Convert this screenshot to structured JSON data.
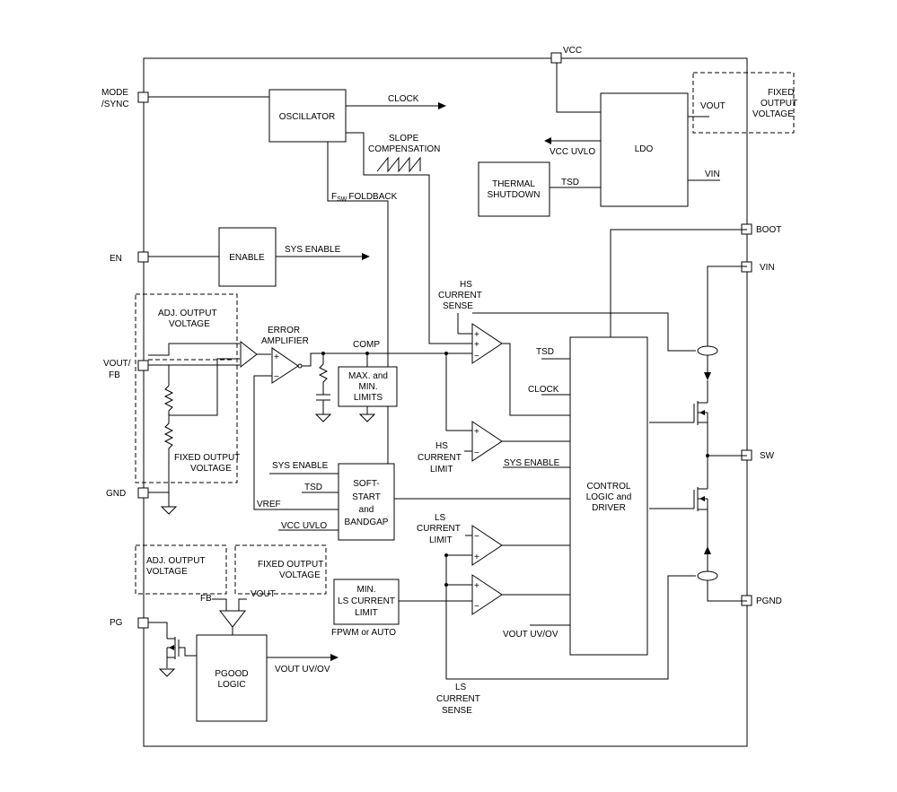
{
  "pins": {
    "vcc": "VCC",
    "mode_sync_1": "MODE",
    "mode_sync_2": "/SYNC",
    "en": "EN",
    "vout_fb_1": "VOUT/",
    "vout_fb_2": "FB",
    "gnd": "GND",
    "pg": "PG",
    "boot": "BOOT",
    "vin": "VIN",
    "sw": "SW",
    "pgnd": "PGND"
  },
  "blocks": {
    "oscillator": "OSCILLATOR",
    "ldo": "LDO",
    "thermal_1": "THERMAL",
    "thermal_2": "SHUTDOWN",
    "enable": "ENABLE",
    "maxmin_1": "MAX. and",
    "maxmin_2": "MIN.",
    "maxmin_3": "LIMITS",
    "softstart_1": "SOFT-",
    "softstart_2": "START",
    "softstart_3": "and",
    "softstart_4": "BANDGAP",
    "control_1": "CONTROL",
    "control_2": "LOGIC and",
    "control_3": "DRIVER",
    "minls_1": "MIN.",
    "minls_2": "LS CURRENT",
    "minls_3": "LIMIT",
    "pgood_1": "PGOOD",
    "pgood_2": "LOGIC"
  },
  "labels": {
    "clock": "CLOCK",
    "slope_1": "SLOPE",
    "slope_2": "COMPENSATION",
    "fsw_sub_f": "F",
    "fsw_sub_sw": "SW",
    "fsw_foldback": "FOLDBACK",
    "vcc_uvlo": "VCC UVLO",
    "tsd": "TSD",
    "ldo_vout": "VOUT",
    "ldo_vin": "VIN",
    "fixed_top_1": "FIXED",
    "fixed_top_2": "OUTPUT",
    "fixed_top_3": "VOLTAGE",
    "sys_enable": "SYS ENABLE",
    "adj_out_1": "ADJ. OUTPUT",
    "adj_out_2": "VOLTAGE",
    "error_amp_1": "ERROR",
    "error_amp_2": "AMPLIFIER",
    "comp": "COMP",
    "fixed_out_1": "FIXED OUTPUT",
    "fixed_out_2": "VOLTAGE",
    "hs_sense_1": "HS",
    "hs_sense_2": "CURRENT",
    "hs_sense_3": "SENSE",
    "hs_limit_1": "HS",
    "hs_limit_2": "CURRENT",
    "hs_limit_3": "LIMIT",
    "cl_tsd": "TSD",
    "cl_clock": "CLOCK",
    "cl_sys_enable": "SYS ENABLE",
    "ss_sys_enable": "SYS ENABLE",
    "ss_tsd": "TSD",
    "ss_vref": "VREF",
    "ss_vcc_uvlo": "VCC UVLO",
    "ls_limit_1": "LS",
    "ls_limit_2": "CURRENT",
    "ls_limit_3": "LIMIT",
    "adj_pg_1": "ADJ. OUTPUT",
    "adj_pg_2": "VOLTAGE",
    "fixed_pg_1": "FIXED OUTPUT",
    "fixed_pg_2": "VOLTAGE",
    "pg_fb": "FB",
    "pg_vout": "VOUT",
    "fpwm": "FPWM or AUTO",
    "vout_uvov_cl": "VOUT UV/OV",
    "vout_uvov_pg": "VOUT UV/OV",
    "ls_sense_1": "LS",
    "ls_sense_2": "CURRENT",
    "ls_sense_3": "SENSE",
    "plus": "+",
    "minus": "−"
  }
}
